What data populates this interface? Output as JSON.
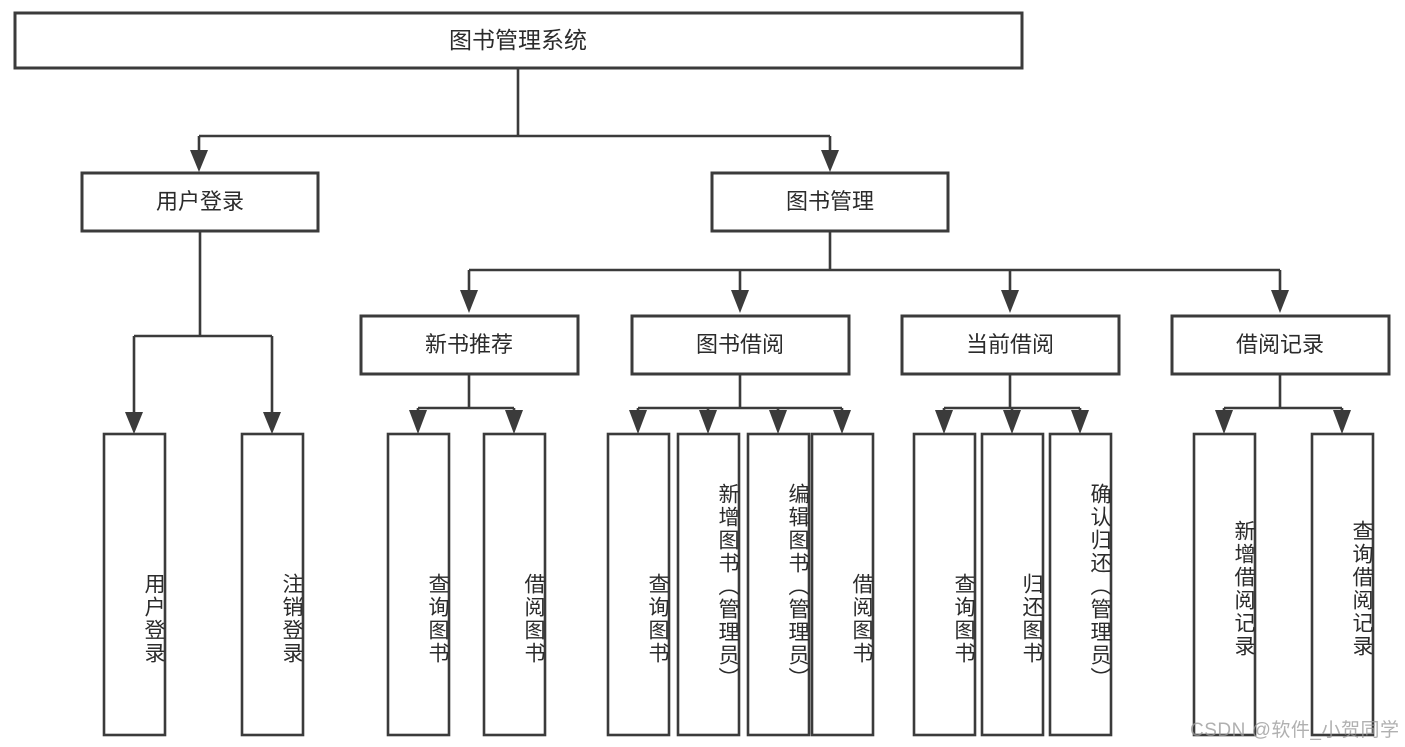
{
  "diagram": {
    "type": "tree",
    "title": "图书管理系统",
    "root": {
      "id": "root",
      "label": "图书管理系统"
    },
    "level2": [
      {
        "id": "user-login",
        "label": "用户登录"
      },
      {
        "id": "book-management",
        "label": "图书管理"
      }
    ],
    "level3": [
      {
        "id": "new-book-recommend",
        "label": "新书推荐",
        "parent": "book-management"
      },
      {
        "id": "book-borrow",
        "label": "图书借阅",
        "parent": "book-management"
      },
      {
        "id": "current-borrow",
        "label": "当前借阅",
        "parent": "book-management"
      },
      {
        "id": "borrow-record",
        "label": "借阅记录",
        "parent": "book-management"
      }
    ],
    "leaves": [
      {
        "id": "leaf-user-login",
        "label": "用户登录",
        "parent": "user-login"
      },
      {
        "id": "leaf-logout-login",
        "label": "注销登录",
        "parent": "user-login"
      },
      {
        "id": "leaf-query-book-1",
        "label": "查询图书",
        "parent": "new-book-recommend"
      },
      {
        "id": "leaf-borrow-book-1",
        "label": "借阅图书",
        "parent": "new-book-recommend"
      },
      {
        "id": "leaf-query-book-2",
        "label": "查询图书",
        "parent": "book-borrow"
      },
      {
        "id": "leaf-add-book",
        "label": "新增图书（管理员）",
        "parent": "book-borrow"
      },
      {
        "id": "leaf-edit-book",
        "label": "编辑图书（管理员）",
        "parent": "book-borrow"
      },
      {
        "id": "leaf-borrow-book-2",
        "label": "借阅图书",
        "parent": "book-borrow"
      },
      {
        "id": "leaf-query-book-3",
        "label": "查询图书",
        "parent": "current-borrow"
      },
      {
        "id": "leaf-return-book",
        "label": "归还图书",
        "parent": "current-borrow"
      },
      {
        "id": "leaf-confirm-return",
        "label": "确认归还（管理员）",
        "parent": "current-borrow"
      },
      {
        "id": "leaf-add-borrow-record",
        "label": "新增借阅记录",
        "parent": "borrow-record"
      },
      {
        "id": "leaf-query-borrow-record",
        "label": "查询借阅记录",
        "parent": "borrow-record"
      }
    ],
    "colors": {
      "background": "#ffffff",
      "box_fill": "#ffffff",
      "box_stroke": "#3b3b3b",
      "connector": "#3b3b3b",
      "text": "#2b2b2b",
      "watermark": "#9a9a9a"
    }
  },
  "watermark": {
    "text": "CSDN @软件_小贺同学"
  }
}
